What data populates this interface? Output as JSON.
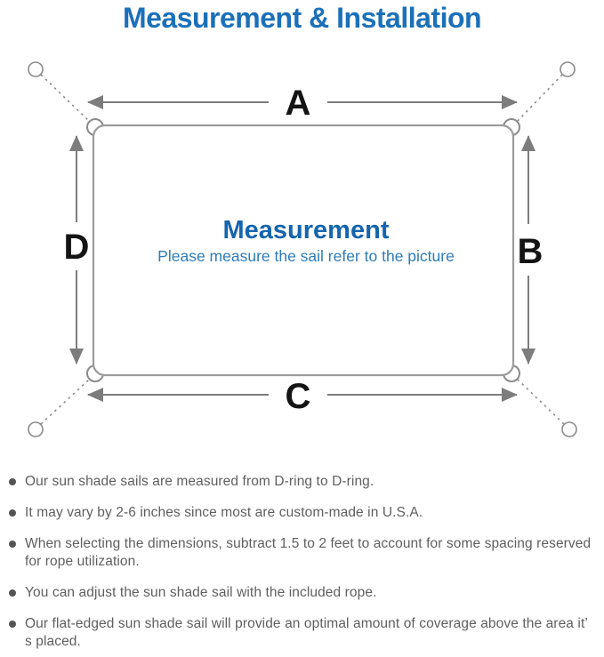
{
  "title": "Measurement & Installation",
  "diagram": {
    "labels": {
      "top": "A",
      "right": "B",
      "bottom": "C",
      "left": "D"
    },
    "center_heading": "Measurement",
    "center_subtitle": "Please measure the sail refer to the picture"
  },
  "notes": {
    "items": [
      "Our sun shade sails are measured from D-ring to D-ring.",
      "It may vary by 2-6 inches since most are custom-made in U.S.A.",
      "When selecting the dimensions, subtract 1.5 to 2 feet to account for some spacing reserved for rope utilization.",
      "You can adjust the sun shade sail with the included rope.",
      "Our flat-edged sun shade sail will provide an optimal amount of coverage above the area it’ s placed."
    ]
  },
  "colors": {
    "title_blue": "#1b70b9",
    "heading_blue": "#1565ae",
    "subtitle_blue": "#2e7cb9",
    "line_gray": "#7d7d7d",
    "outline_gray": "#999999",
    "text_gray": "#5f5f5f"
  }
}
